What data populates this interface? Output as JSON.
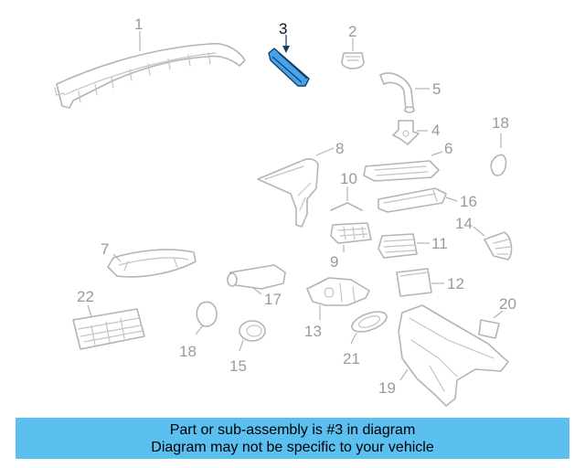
{
  "diagram": {
    "highlighted_part": "3",
    "callouts": [
      "1",
      "2",
      "3",
      "4",
      "5",
      "6",
      "7",
      "8",
      "9",
      "10",
      "11",
      "12",
      "13",
      "14",
      "15",
      "16",
      "17",
      "18",
      "18",
      "19",
      "20",
      "21",
      "22"
    ]
  },
  "banner": {
    "line1": "Part or sub-assembly is #3 in diagram",
    "line2": "Diagram may not be specific to your vehicle",
    "background": "#5bc0ef"
  },
  "colors": {
    "highlight_fill": "#4aa3e8",
    "highlight_stroke": "#10406e",
    "line_art": "#b4b4b4"
  }
}
